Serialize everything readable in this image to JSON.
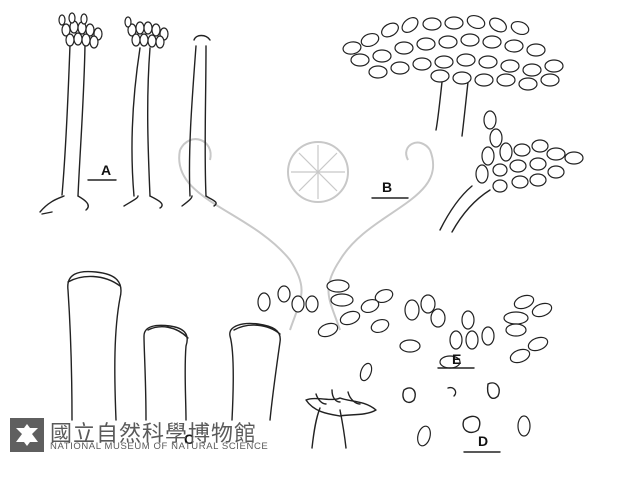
{
  "panels": [
    {
      "id": "A",
      "text": "A"
    },
    {
      "id": "B",
      "text": "B"
    },
    {
      "id": "C",
      "text": "C"
    },
    {
      "id": "D",
      "text": "D"
    },
    {
      "id": "E",
      "text": "E"
    }
  ],
  "watermark": {
    "name_zh": "國立自然科學博物館",
    "name_en": "NATIONAL MUSEUM OF NATURAL SCIENCE"
  },
  "colors": {
    "ink": "#222222",
    "watermark": "#c8c8c8",
    "logo": "#5f5f5f"
  }
}
